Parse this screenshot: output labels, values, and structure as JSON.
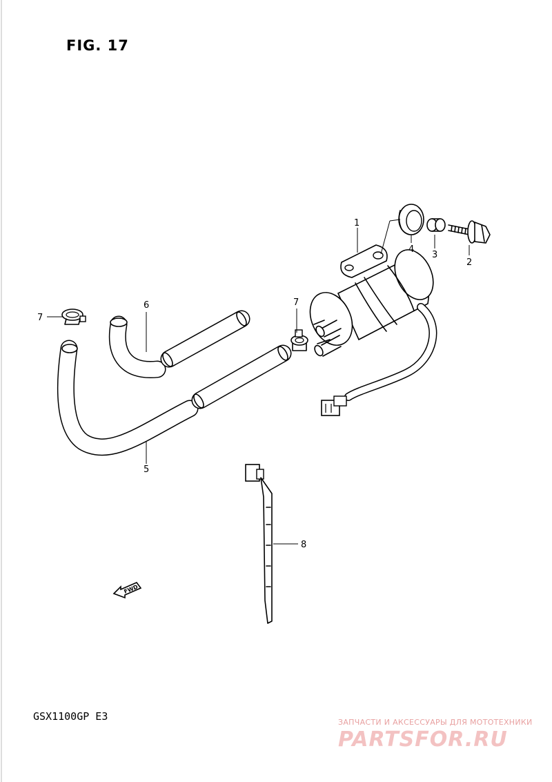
{
  "figure": {
    "title": "FIG. 17",
    "model": "GSX1100GP  E3"
  },
  "parts": [
    {
      "number": "1"
    },
    {
      "number": "2"
    },
    {
      "number": "3"
    },
    {
      "number": "4"
    },
    {
      "number": "5"
    },
    {
      "number": "6"
    },
    {
      "number": "7"
    },
    {
      "number": "7"
    },
    {
      "number": "8"
    }
  ],
  "fwd_marker": {
    "text": "FWD"
  },
  "watermark": {
    "tagline": "ЗАПЧАСТИ И АКСЕССУАРЫ ДЛЯ МОТОТЕХНИКИ",
    "logo": "PARTSFOR.RU",
    "color": "#f3c2c2"
  }
}
